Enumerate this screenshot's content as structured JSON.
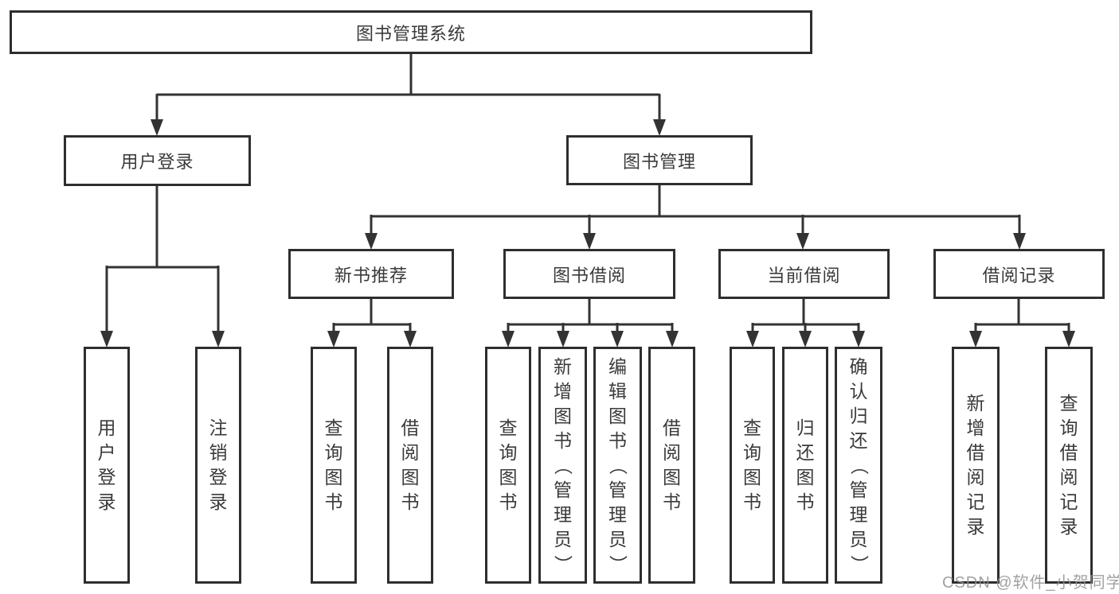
{
  "tree": {
    "label": "图书管理系统",
    "children": [
      {
        "label": "用户登录",
        "children": [
          {
            "label": "用户登录"
          },
          {
            "label": "注销登录"
          }
        ]
      },
      {
        "label": "图书管理",
        "children": [
          {
            "label": "新书推荐",
            "children": [
              {
                "label": "查询图书"
              },
              {
                "label": "借阅图书"
              }
            ]
          },
          {
            "label": "图书借阅",
            "children": [
              {
                "label": "查询图书"
              },
              {
                "label": "新增图书（管理员）"
              },
              {
                "label": "编辑图书（管理员）"
              },
              {
                "label": "借阅图书"
              }
            ]
          },
          {
            "label": "当前借阅",
            "children": [
              {
                "label": "查询图书"
              },
              {
                "label": "归还图书"
              },
              {
                "label": "确认归还（管理员）"
              }
            ]
          },
          {
            "label": "借阅记录",
            "children": [
              {
                "label": "新增借阅记录"
              },
              {
                "label": "查询借阅记录"
              }
            ]
          }
        ]
      }
    ]
  },
  "watermark": {
    "text": "CSDN @软件_小贺同学"
  },
  "colors": {
    "line": "#333333",
    "border": "#2e2e2e",
    "text": "#3a3a3a",
    "background": "#ffffff",
    "watermark": "#919191"
  }
}
